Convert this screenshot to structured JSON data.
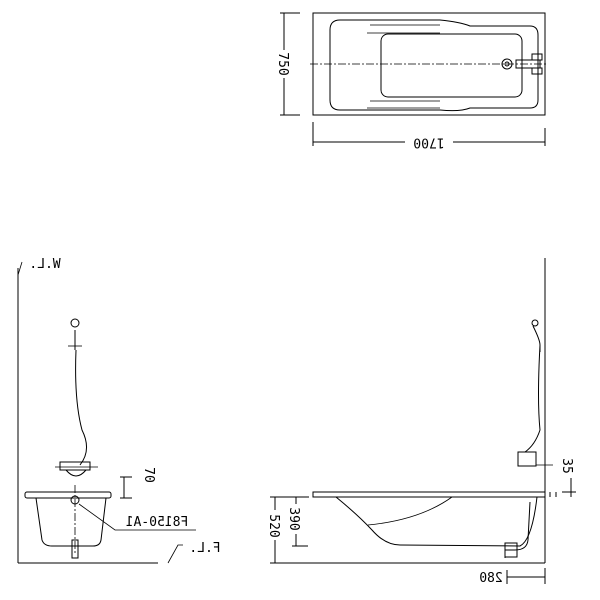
{
  "top_view": {
    "width_dim": "1700",
    "depth_dim": "750"
  },
  "side_view": {
    "water_level_label": "W.L.",
    "floor_level_label": "F.L.",
    "model_label": "F8150-A1",
    "mixer_height_dim": "70"
  },
  "front_view": {
    "total_height_dim": "520",
    "tub_depth_dim": "390",
    "mixer_offset_dim": "35",
    "drain_offset_dim": "280"
  }
}
